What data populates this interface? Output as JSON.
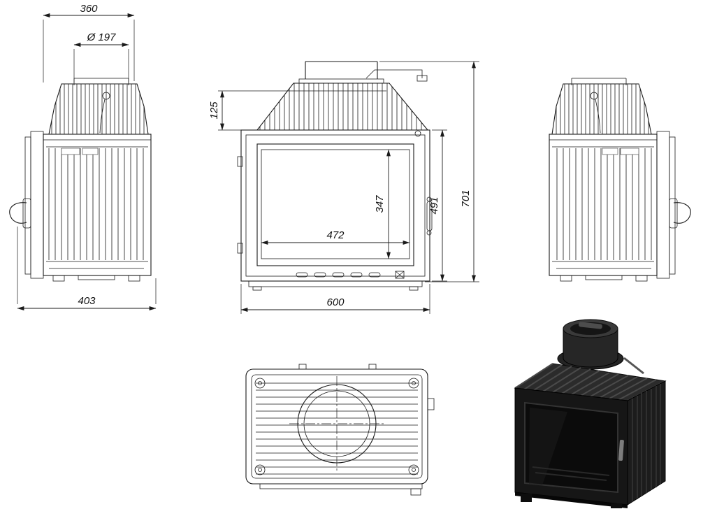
{
  "document": {
    "type": "technical-drawing",
    "subject": "fireplace insert multi-view dimension drawing"
  },
  "colors": {
    "background": "#ffffff",
    "line": "#1a1a1a",
    "render_body": "#111111"
  },
  "dims": {
    "side": {
      "top_width": "360",
      "flue_diameter": "Ø 197",
      "base_depth": "403"
    },
    "front": {
      "shoulder_to_door": "125",
      "glass_height": "347",
      "glass_width": "472",
      "door_height": "491",
      "total_height": "701",
      "total_width": "600"
    }
  },
  "views": {
    "side_left": "left side view",
    "front": "front view",
    "side_right": "right side view",
    "top": "top view",
    "render": "3d render"
  }
}
